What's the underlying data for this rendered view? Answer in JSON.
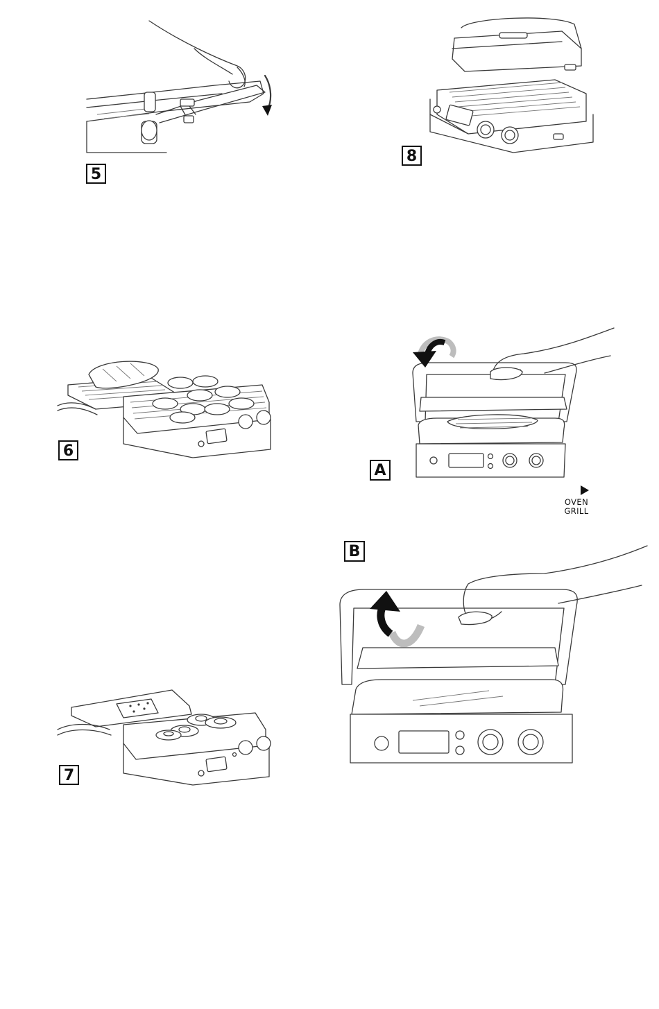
{
  "labels": {
    "fig5": "5",
    "fig6": "6",
    "fig7": "7",
    "fig8": "8",
    "figA": "A",
    "figB": "B"
  },
  "setting": {
    "line1": "OVEN",
    "line2": "GRILL"
  },
  "colors": {
    "line": "#3a3a3a",
    "arrow": "#111111",
    "arrow_trail": "#bdbdbd"
  }
}
